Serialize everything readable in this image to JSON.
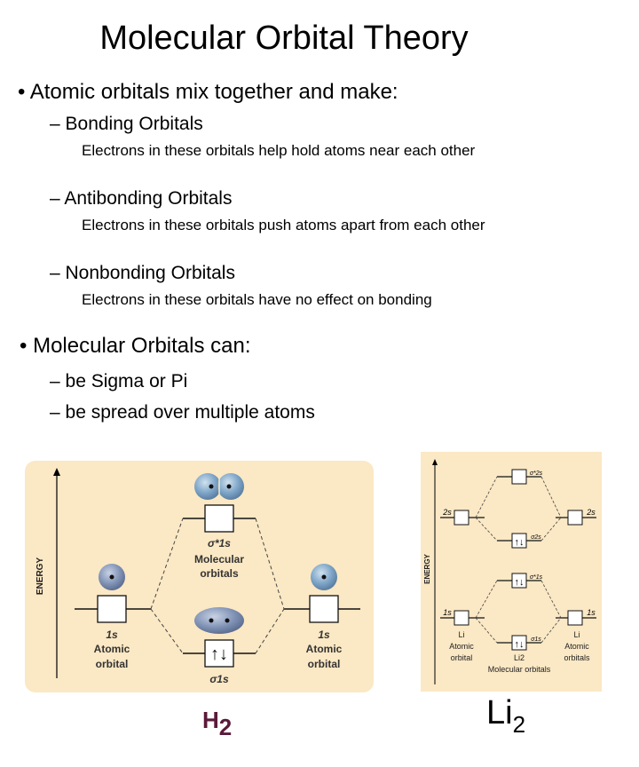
{
  "title": "Molecular Orbital Theory",
  "bullets": [
    {
      "text": "Atomic orbitals mix together and make:",
      "items": [
        {
          "label": "Bonding Orbitals",
          "desc": "Electrons in these orbitals help hold atoms near each other"
        },
        {
          "label": "Antibonding Orbitals",
          "desc": "Electrons in these orbitals push atoms apart from each other"
        },
        {
          "label": "Nonbonding Orbitals",
          "desc": "Electrons in these orbitals have no effect on bonding"
        }
      ]
    },
    {
      "text": "Molecular Orbitals can:",
      "items": [
        {
          "label": "be Sigma or Pi"
        },
        {
          "label": "be spread over multiple atoms"
        }
      ]
    }
  ],
  "h2_diagram": {
    "axis_label": "ENERGY",
    "left_label": [
      "1s",
      "Atomic",
      "orbital"
    ],
    "right_label": [
      "1s",
      "Atomic",
      "orbital"
    ],
    "antibonding_label": "σ*1s",
    "bonding_label": "σ1s",
    "mo_label": [
      "Molecular",
      "orbitals"
    ],
    "caption_main": "H",
    "caption_sub": "2",
    "colors": {
      "panel": "#fbe8c4",
      "orbital": "#7a8fb0",
      "caption": "#5a1a3a"
    }
  },
  "li2_diagram": {
    "axis_label": "ENERGY",
    "left_2s": "2s",
    "right_2s": "2s",
    "left_1s": "1s",
    "right_1s": "1s",
    "sigma2s_star": "σ*2s",
    "sigma2s": "σ2s",
    "sigma1s_star": "σ*1s",
    "sigma1s": "σ1s",
    "left_label": [
      "Li",
      "Atomic",
      "orbital"
    ],
    "right_label": [
      "Li",
      "Atomic",
      "orbitals"
    ],
    "center_label": [
      "Li2",
      "Molecular orbitals"
    ],
    "caption_main": "Li",
    "caption_sub": "2"
  },
  "arrows": {
    "paired": "↑↓"
  }
}
